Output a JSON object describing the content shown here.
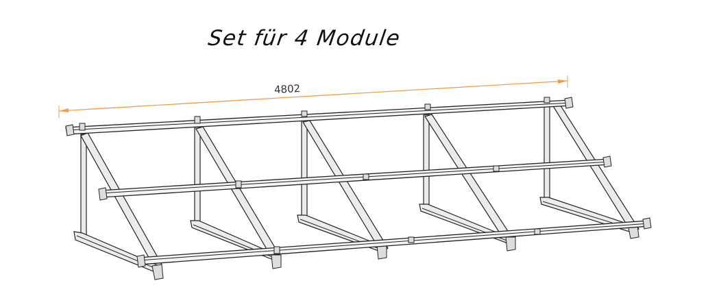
{
  "title": "Set für 4 Module",
  "dimension": {
    "value": "4802",
    "color": "#f39c4a"
  },
  "structure": {
    "modules": 4,
    "frames": 5,
    "rails": 3
  }
}
